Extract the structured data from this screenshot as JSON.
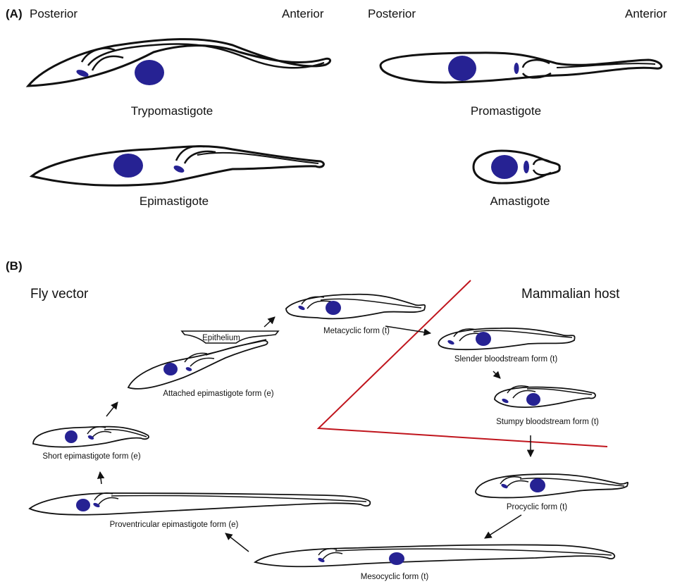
{
  "colors": {
    "nucleus": "#262293",
    "outline": "#111111",
    "divider": "#c0151d"
  },
  "panel_a": {
    "label": "(A)",
    "left_orientation": {
      "posterior": "Posterior",
      "anterior": "Anterior"
    },
    "right_orientation": {
      "posterior": "Posterior",
      "anterior": "Anterior"
    },
    "cells": {
      "trypomastigote": "Trypomastigote",
      "promastigote": "Promastigote",
      "epimastigote": "Epimastigote",
      "amastigote": "Amastigote"
    }
  },
  "panel_b": {
    "label": "(B)",
    "fly_vector": "Fly vector",
    "mammalian_host": "Mammalian host",
    "epithelium": "Epithelium",
    "stages": {
      "metacyclic": "Metacyclic form (t)",
      "slender": "Slender bloodstream form (t)",
      "stumpy": "Stumpy bloodstream form (t)",
      "procyclic": "Procyclic form (t)",
      "mesocyclic": "Mesocyclic form (t)",
      "proventricular": "Proventricular epimastigote form (e)",
      "short_epi": "Short epimastigote form (e)",
      "attached_epi": "Attached epimastigote form (e)"
    }
  }
}
